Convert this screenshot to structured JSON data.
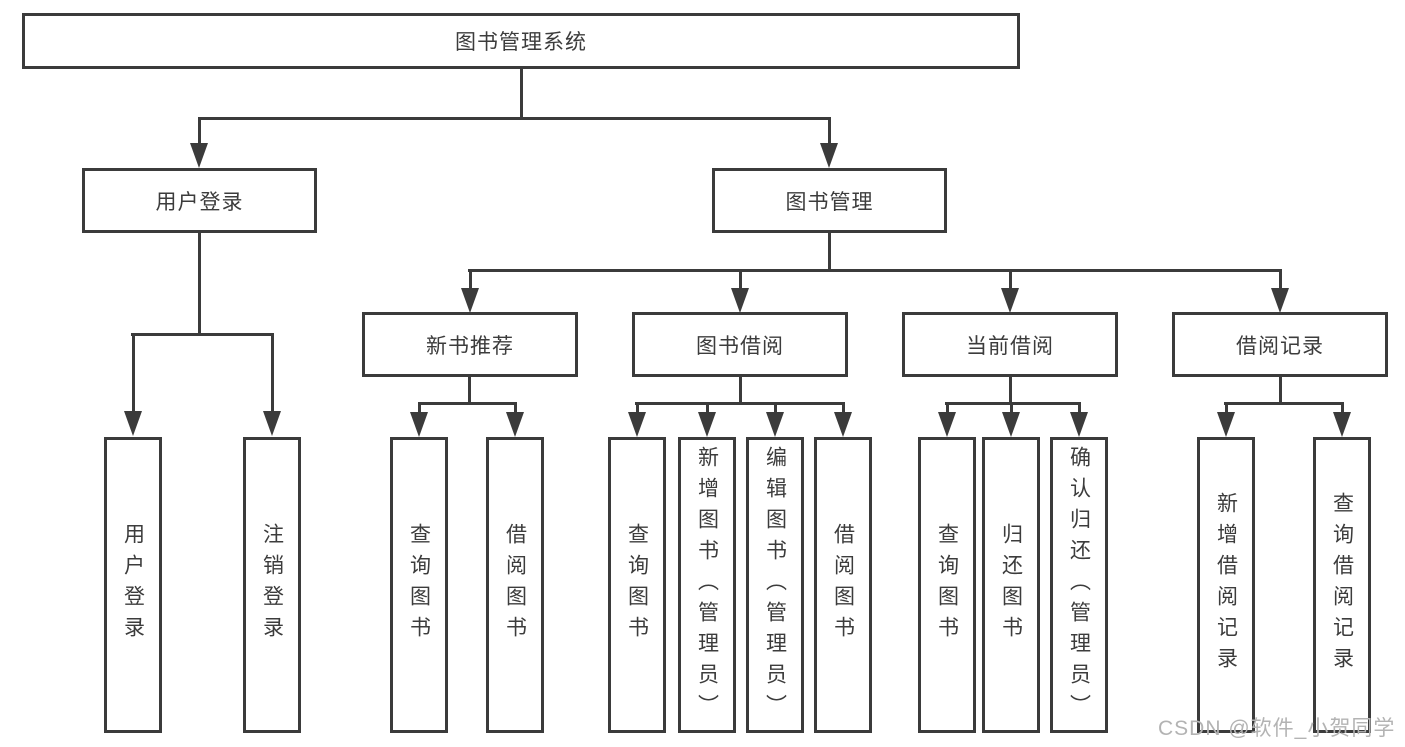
{
  "diagram": {
    "root": {
      "label": "图书管理系统"
    },
    "branches": [
      {
        "label": "用户登录",
        "children": [
          {
            "label": "用户登录"
          },
          {
            "label": "注销登录"
          }
        ]
      },
      {
        "label": "图书管理",
        "children": [
          {
            "label": "新书推荐",
            "children": [
              {
                "label": "查询图书"
              },
              {
                "label": "借阅图书"
              }
            ]
          },
          {
            "label": "图书借阅",
            "children": [
              {
                "label": "查询图书"
              },
              {
                "label": "新增图书（管理员）"
              },
              {
                "label": "编辑图书（管理员）"
              },
              {
                "label": "借阅图书"
              }
            ]
          },
          {
            "label": "当前借阅",
            "children": [
              {
                "label": "查询图书"
              },
              {
                "label": "归还图书"
              },
              {
                "label": "确认归还（管理员）"
              }
            ]
          },
          {
            "label": "借阅记录",
            "children": [
              {
                "label": "新增借阅记录"
              },
              {
                "label": "查询借阅记录"
              }
            ]
          }
        ]
      }
    ]
  },
  "watermark": {
    "text": "CSDN @软件_小贺同学"
  },
  "colors": {
    "line": "#3b3b3b",
    "text": "#3c3c3c",
    "watermark": "#b3b3b3",
    "background": "#ffffff"
  }
}
